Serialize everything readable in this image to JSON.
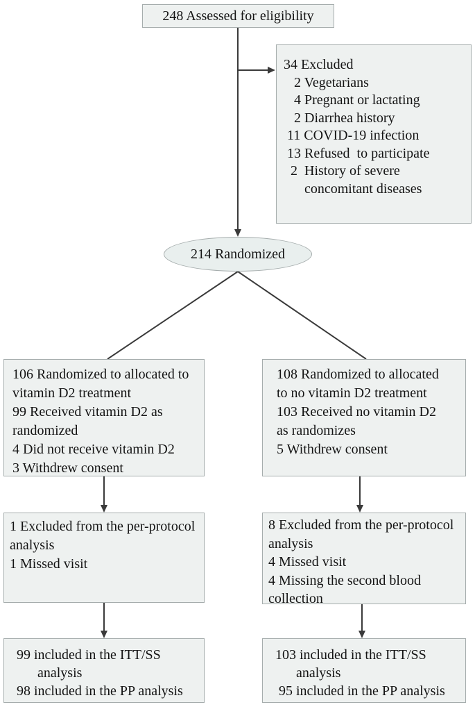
{
  "colors": {
    "page_bg": "#ffffff",
    "box_fill": "#eef1f0",
    "ellipse_fill": "#e9efee",
    "box_border": "#a6adad",
    "line_color": "#3a3a3a",
    "text_color": "#141414"
  },
  "flowchart": {
    "eligibility": {
      "label": "248 Assessed for eligibility"
    },
    "excluded": {
      "lines": [
        "34 Excluded",
        "   2 Vegetarians",
        "   4 Pregnant or lactating",
        "   2 Diarrhea history",
        " 11 COVID-19 infection",
        " 13 Refused  to participate",
        "  2  History of severe",
        "      concomitant diseases"
      ]
    },
    "randomized": {
      "label": "214 Randomized"
    },
    "allocation_left": {
      "lines": [
        "106 Randomized to allocated to",
        "vitamin D2 treatment",
        "99 Received vitamin D2 as",
        "randomized",
        "4 Did not receive vitamin D2",
        "3 Withdrew consent"
      ]
    },
    "allocation_right": {
      "lines": [
        "108 Randomized to allocated",
        "to no vitamin D2 treatment",
        "103 Received no vitamin D2",
        "as randomizes",
        "5 Withdrew consent"
      ]
    },
    "pp_exclusion_left": {
      "lines": [
        "1 Excluded from the per-protocol",
        "analysis",
        "1 Missed visit"
      ]
    },
    "pp_exclusion_right": {
      "lines": [
        "8 Excluded from the per-protocol",
        "analysis",
        "4 Missed visit",
        "4 Missing the second blood",
        "collection"
      ]
    },
    "analysis_left": {
      "lines": [
        "99 included in the ITT/SS",
        "      analysis",
        "98 included in the PP analysis"
      ]
    },
    "analysis_right": {
      "lines": [
        "103 included in the ITT/SS",
        "      analysis",
        " 95 included in the PP analysis"
      ]
    }
  }
}
